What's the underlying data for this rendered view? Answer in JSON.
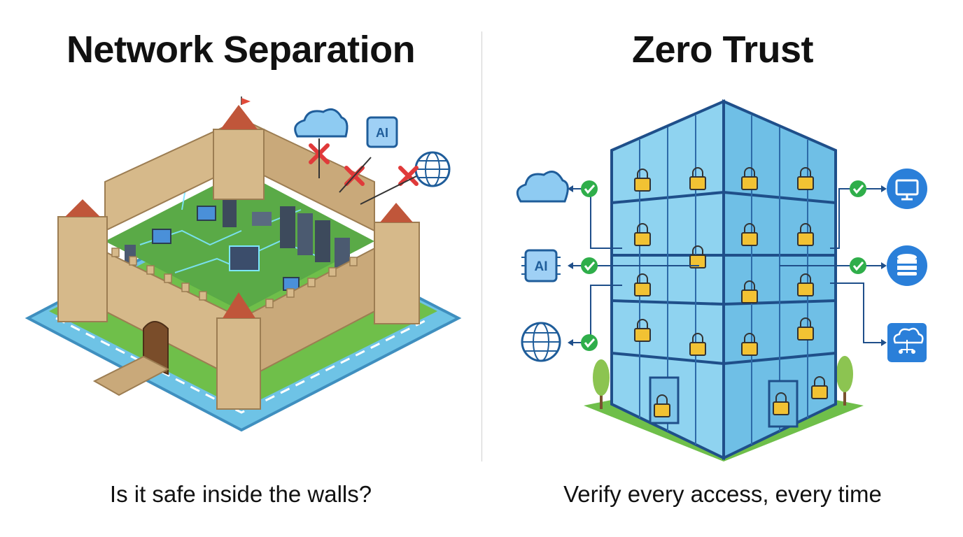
{
  "left_panel": {
    "title": "Network Separation",
    "caption": "Is it safe inside the walls?",
    "blocked_icons": [
      "cloud-icon",
      "ai-chip-icon",
      "globe-icon"
    ],
    "chip_label": "AI"
  },
  "right_panel": {
    "title": "Zero Trust",
    "caption": "Verify every access, every time",
    "verified_sources": [
      "cloud-icon",
      "ai-chip-icon",
      "globe-icon"
    ],
    "verified_destinations": [
      "monitor-icon",
      "database-icon",
      "cloud-network-icon"
    ],
    "chip_label": "AI"
  },
  "colors": {
    "deny": "#e03a3a",
    "allow": "#2fae4a",
    "lock": "#f2c233",
    "glass": "#8fd3f0",
    "frame": "#1f4f8a",
    "stone": "#c9a97a",
    "water": "#6ec3e6",
    "grass": "#6fbf4a",
    "icon_blue": "#2a7fd9"
  }
}
